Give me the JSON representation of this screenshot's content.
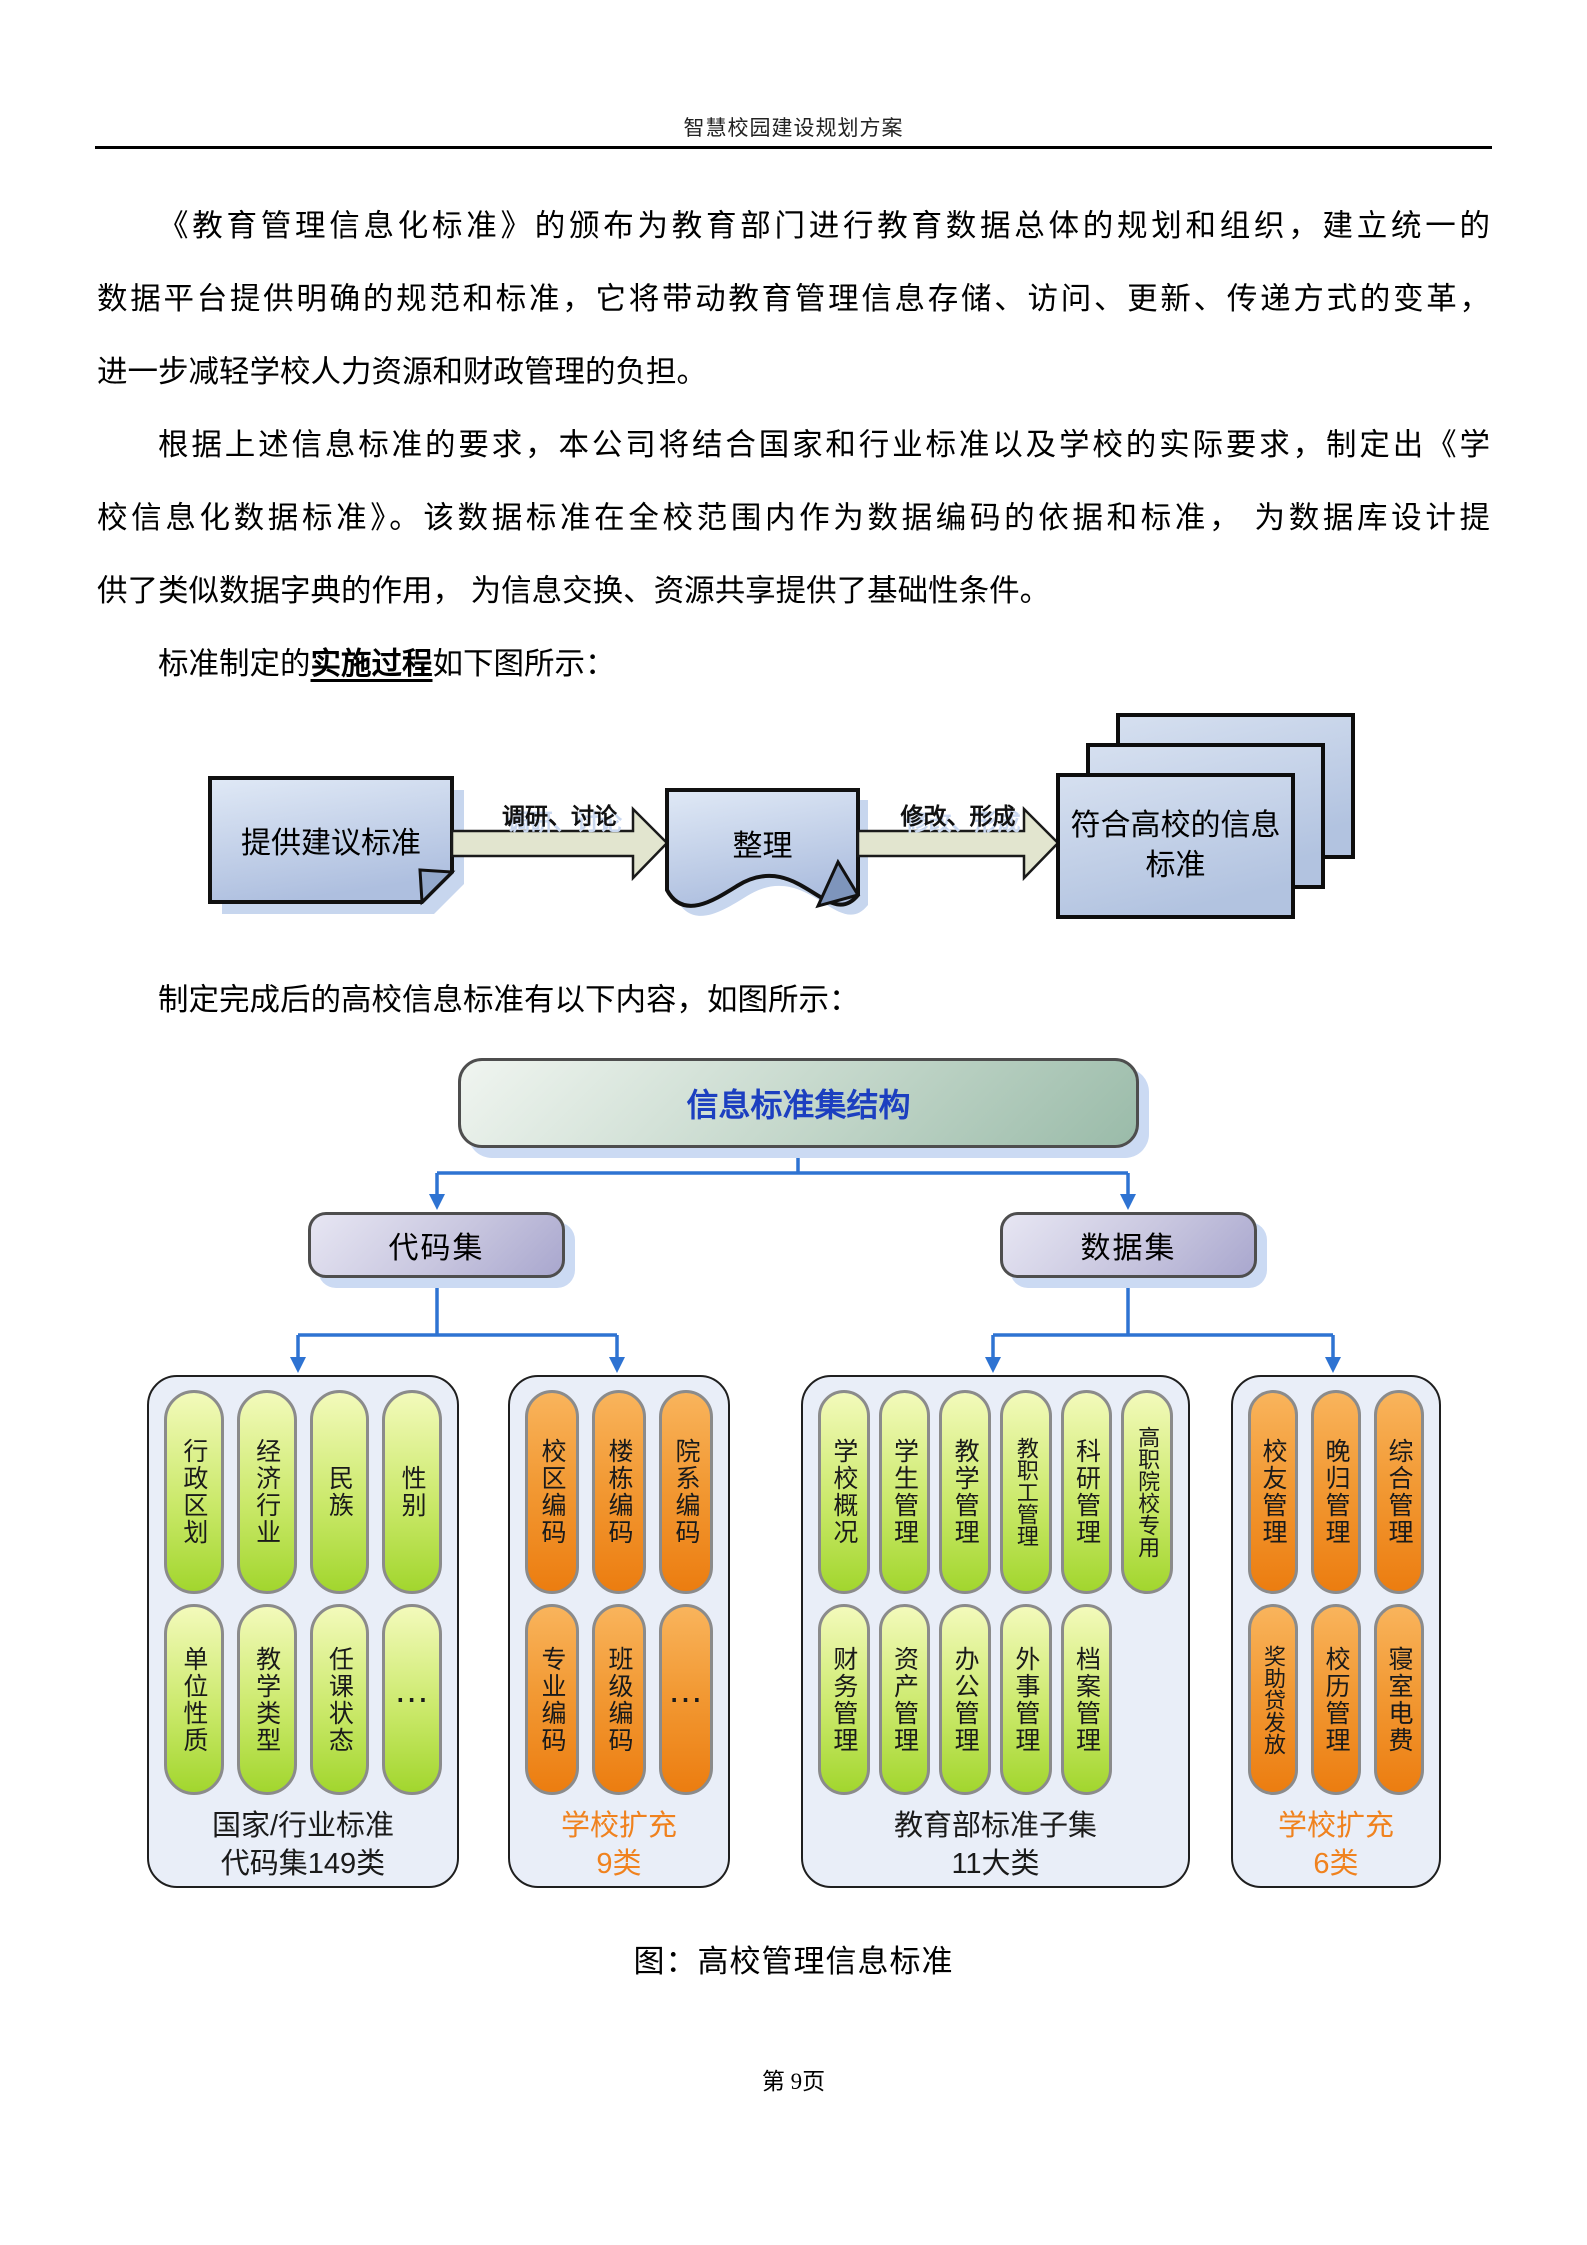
{
  "page": {
    "header_title": "智慧校园建设规划方案",
    "footer_page_number": "第 9页",
    "figure_caption": "图：高校管理信息标准"
  },
  "paragraphs": {
    "p1": [
      "《教育管理信息化标准》的颁布为教育部门进行教育数据总体的规划和组织，建立统一的",
      "数据平台提供明确的规范和标准，它将带动教育管理信息存储、访问、更新、传递方式的变革，",
      "进一步减轻学校人力资源和财政管理的负担。"
    ],
    "p2": [
      "根据上述信息标准的要求，本公司将结合国家和行业标准以及学校的实际要求，制定出《学",
      "校信息化数据标准》。该数据标准在全校范围内作为数据编码的依据和标准， 为数据库设计提",
      "供了类似数据字典的作用， 为信息交换、资源共享提供了基础性条件。"
    ],
    "p3_prefix": "标准制定的",
    "p3_emphasis": "实施过程",
    "p3_suffix": "如下图所示：",
    "p4": "制定完成后的高校信息标准有以下内容，如图所示："
  },
  "flow": {
    "step1": "提供建议标准",
    "arrow1_label": "调研、讨论",
    "step2": "整理",
    "arrow2_label": "修改、形成",
    "step3": "符合高校的信息标准"
  },
  "org": {
    "root": "信息标准集结构",
    "level2": [
      "代码集",
      "数据集"
    ],
    "groups": [
      {
        "rows": [
          [
            "行政区划",
            "经济行业",
            "民族",
            "性别"
          ],
          [
            "单位性质",
            "教学类型",
            "任课状态",
            "⋯"
          ]
        ],
        "label_lines": [
          "国家/行业标准",
          "代码集149类"
        ]
      },
      {
        "rows": [
          [
            "校区编码",
            "楼栋编码",
            "院系编码"
          ],
          [
            "专业编码",
            "班级编码",
            "⋯"
          ]
        ],
        "label_lines": [
          "学校扩充",
          "9类"
        ]
      },
      {
        "rows": [
          [
            "学校概况",
            "学生管理",
            "教学管理",
            "教职工管理",
            "科研管理",
            "高职院校专用"
          ],
          [
            "财务管理",
            "资产管理",
            "办公管理",
            "外事管理",
            "档案管理"
          ]
        ],
        "label_lines": [
          "教育部标准子集",
          "11大类"
        ]
      },
      {
        "rows": [
          [
            "校友管理",
            "晚归管理",
            "综合管理"
          ],
          [
            "奖助贷发放",
            "校历管理",
            "寝室电费"
          ]
        ],
        "label_lines": [
          "学校扩充",
          "6类"
        ]
      }
    ]
  },
  "colors": {
    "connector_blue": "#2e73d2",
    "root_text_blue": "#1c3fc0",
    "green_pill_top": "#f3fabb",
    "green_pill_bottom": "#a2d62e",
    "orange_pill_top": "#f9b45c",
    "orange_pill_bottom": "#ec7d10",
    "orange_label": "#f0821e",
    "box_blue_top": "#dce6f4",
    "box_blue_bottom": "#b0c2e0",
    "arrow_beige": "#e2e5cf",
    "container_fill": "#e9eef8",
    "shadow_blue": "#cbdaf3"
  }
}
